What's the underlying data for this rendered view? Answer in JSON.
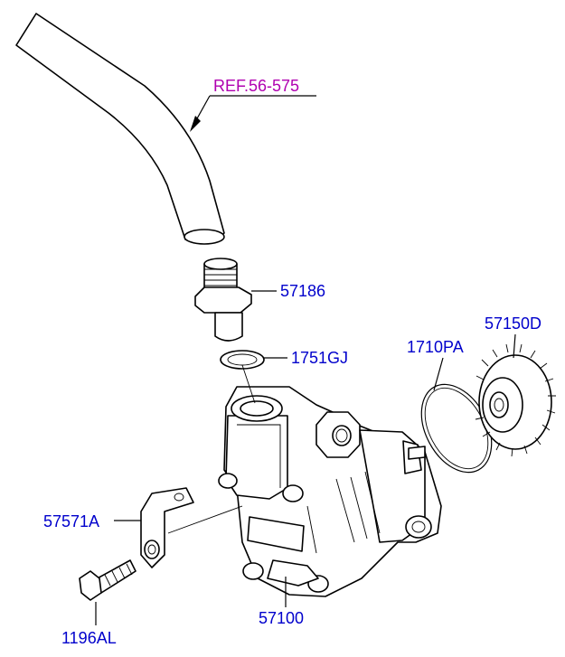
{
  "colors": {
    "part_label": "#0000cc",
    "ref_label": "#b000b0",
    "line": "#000000",
    "background": "#ffffff"
  },
  "labels": {
    "ref_hose": "REF.56-575",
    "fitting": "57186",
    "washer": "1751GJ",
    "o_ring": "1710PA",
    "gear": "57150D",
    "bracket": "57571A",
    "bolt": "1196AL",
    "pump": "57100"
  }
}
